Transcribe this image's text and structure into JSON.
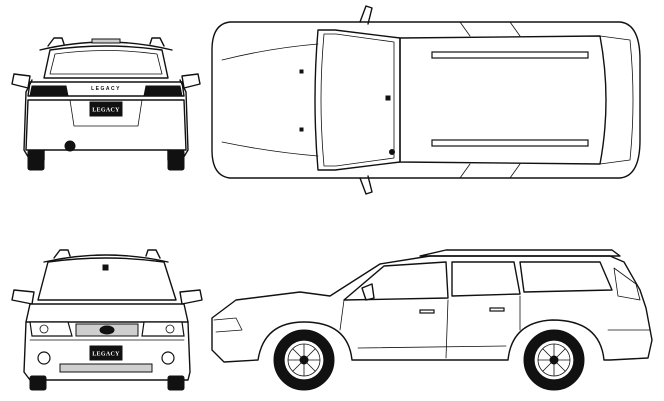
{
  "views": {
    "rear": {
      "plate": "LEGACY",
      "badge": "LEGACY"
    },
    "front": {
      "plate": "LEGACY"
    }
  },
  "colors": {
    "line": "#111111",
    "background": "#ffffff",
    "plate": "#111111"
  }
}
